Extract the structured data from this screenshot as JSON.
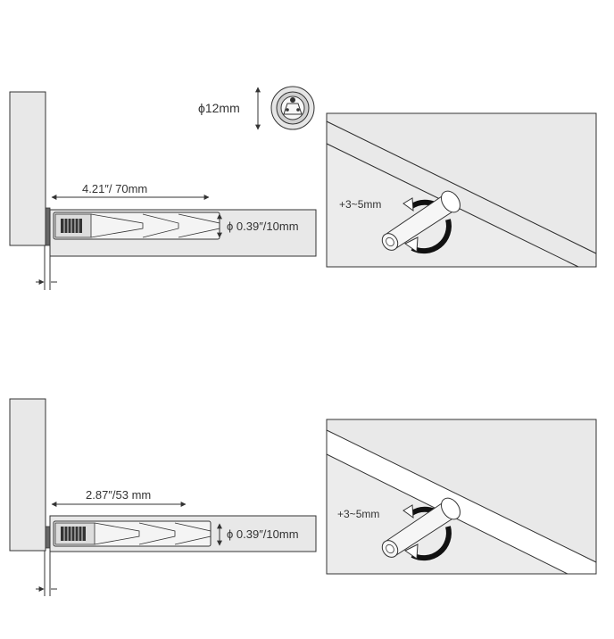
{
  "colors": {
    "ink": "#333333",
    "panel_fill": "#e8e8e8",
    "ring": "#111111",
    "background": "#ffffff"
  },
  "top_diagram": {
    "head_diameter_label": "ϕ12mm",
    "length_label": "4.21″/ 70mm",
    "body_diameter_label": "ϕ 0.39″/10mm",
    "adjustment_label": "+3~5mm"
  },
  "bottom_diagram": {
    "length_label": "2.87″/53 mm",
    "body_diameter_label": "ϕ 0.39″/10mm",
    "adjustment_label": "+3~5mm"
  }
}
